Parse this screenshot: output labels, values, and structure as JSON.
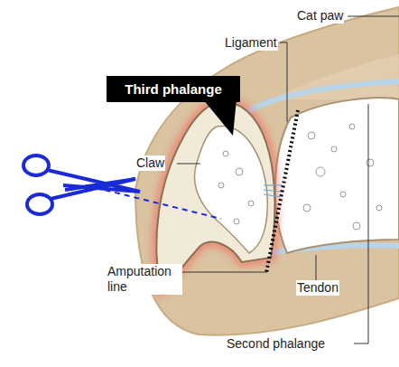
{
  "diagram": {
    "nodes": [
      {
        "text": [
          "Third phalange"
        ]
      }
    ],
    "labels": [
      "Cat paw",
      "Ligament",
      "Claw",
      "Amputation line",
      "Tendon",
      "Second phalange"
    ]
  }
}
